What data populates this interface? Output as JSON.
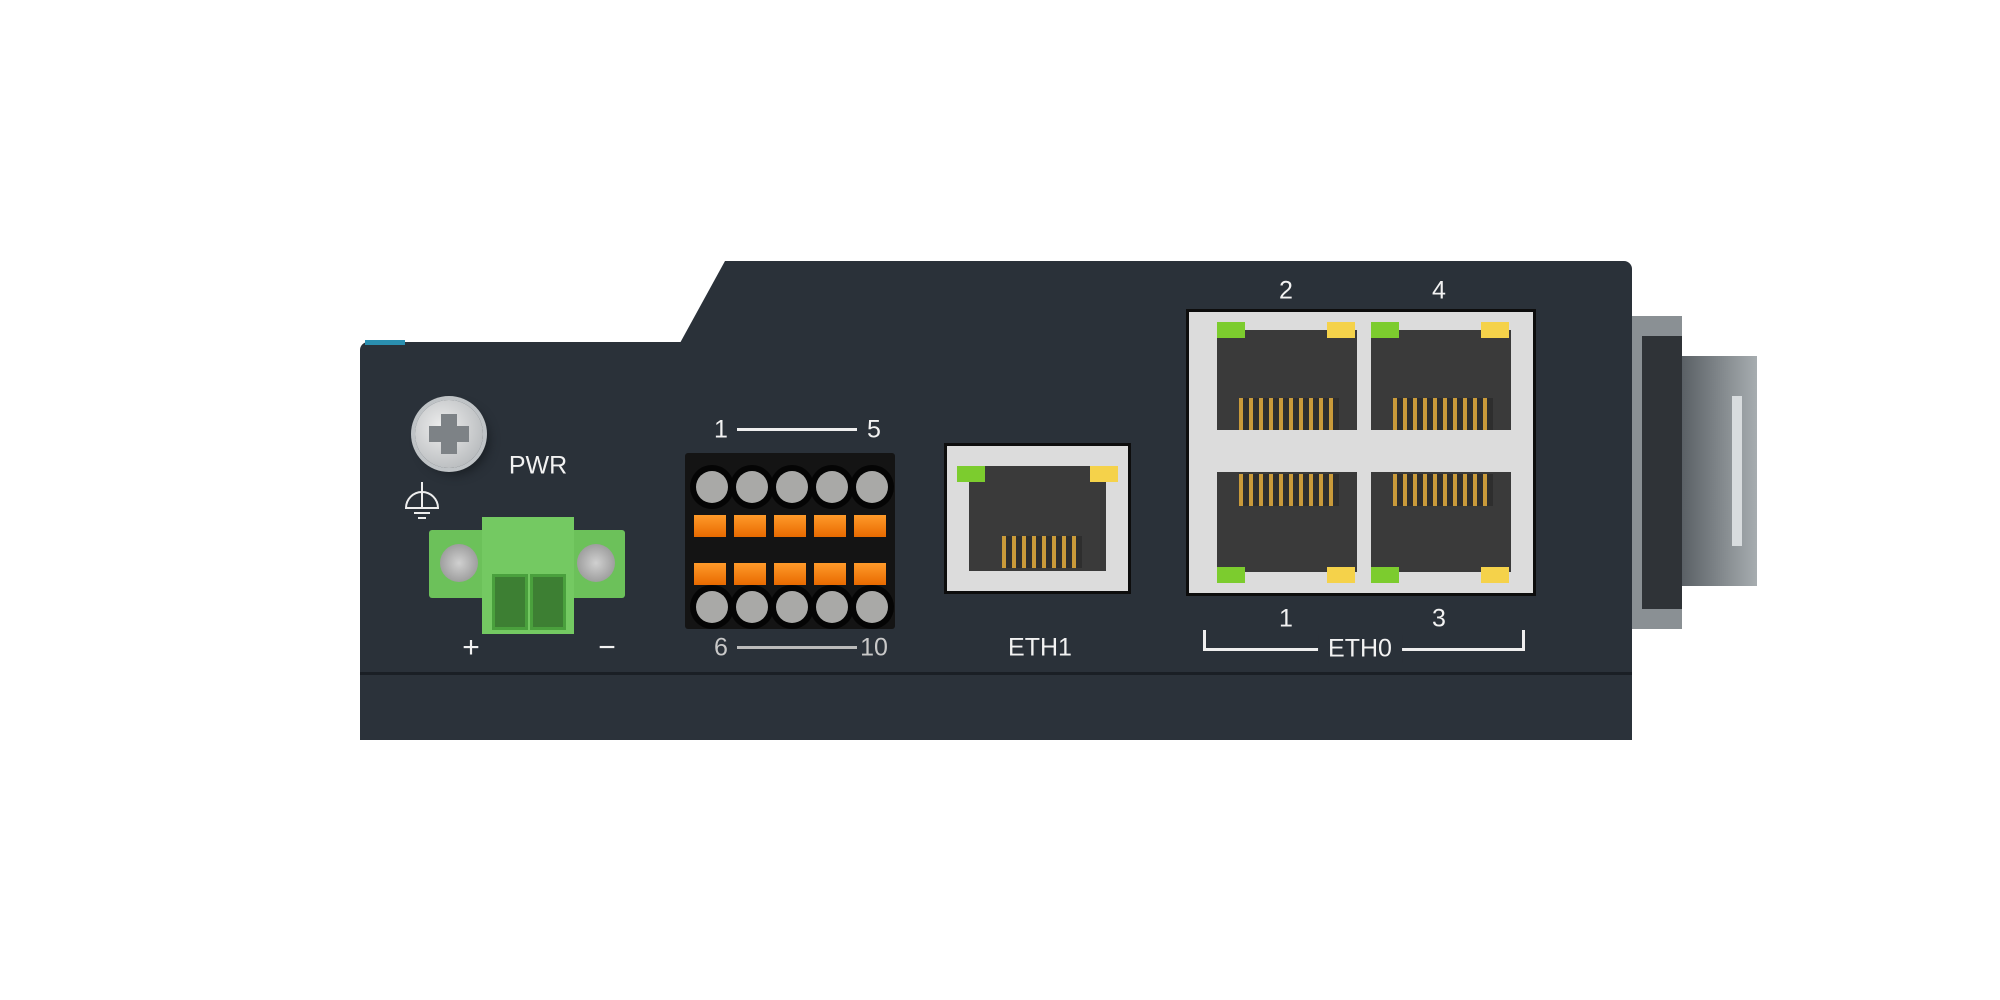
{
  "device": {
    "body_color": "#2a3139",
    "power": {
      "label": "PWR",
      "plus": "+",
      "minus": "−",
      "connector_color": "#6cc15a"
    },
    "io_block": {
      "top_start": "1",
      "top_end": "5",
      "bottom_start": "6",
      "bottom_end": "10",
      "lever_color": "#f28a1a"
    },
    "eth1": {
      "label": "ETH1"
    },
    "eth0": {
      "label": "ETH0",
      "ports": [
        "2",
        "4",
        "1",
        "3"
      ]
    },
    "led_colors": {
      "link": "#7ccc2e",
      "activity": "#f5d24a"
    }
  }
}
